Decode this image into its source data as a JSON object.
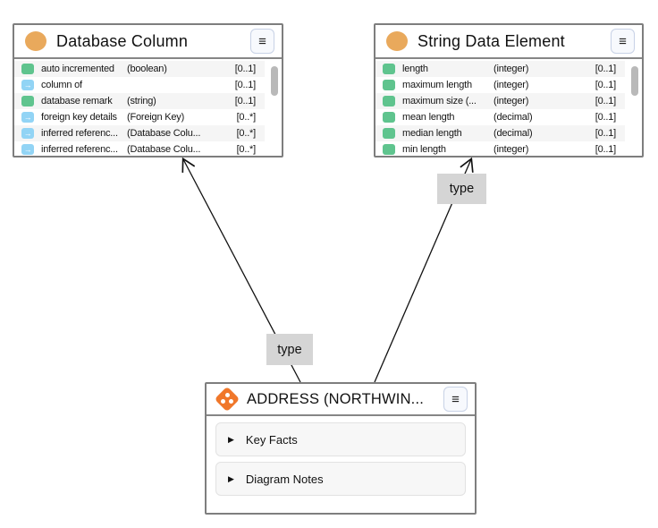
{
  "ui": {
    "menu_icon": "≡",
    "collapse_icon": "▶",
    "relation_arrow": "→"
  },
  "colors": {
    "node_border": "#7e7e7e",
    "class_icon": "#e9a95c",
    "attribute_icon": "#5fc48e",
    "relation_icon": "#92d4f5",
    "entity_icon": "#f0772a",
    "edge_label_bg": "#d5d5d5",
    "row_stripe": "#f5f5f5",
    "scrollbar_thumb": "#b9b9b9",
    "menu_button_bg": "#f7f9fd",
    "menu_button_border": "#c8d2e6"
  },
  "nodes": [
    {
      "title": "Database Column",
      "attributes": [
        {
          "icon": "attribute",
          "name": "auto incremented",
          "type": "(boolean)",
          "card": "[0..1]"
        },
        {
          "icon": "relation",
          "name": "column of",
          "type": "",
          "card": "[0..1]"
        },
        {
          "icon": "attribute",
          "name": "database remark",
          "type": "(string)",
          "card": "[0..1]"
        },
        {
          "icon": "relation",
          "name": "foreign key details",
          "type": "(Foreign Key)",
          "card": "[0..*]"
        },
        {
          "icon": "relation",
          "name": "inferred referenc...",
          "type": "(Database Colu...",
          "card": "[0..*]"
        },
        {
          "icon": "relation",
          "name": "inferred referenc...",
          "type": "(Database Colu...",
          "card": "[0..*]"
        }
      ]
    },
    {
      "title": "String Data Element",
      "attributes": [
        {
          "icon": "attribute",
          "name": "length",
          "type": "(integer)",
          "card": "[0..1]"
        },
        {
          "icon": "attribute",
          "name": "maximum length",
          "type": "(integer)",
          "card": "[0..1]"
        },
        {
          "icon": "attribute",
          "name": "maximum size (...",
          "type": "(integer)",
          "card": "[0..1]"
        },
        {
          "icon": "attribute",
          "name": "mean length",
          "type": "(decimal)",
          "card": "[0..1]"
        },
        {
          "icon": "attribute",
          "name": "median length",
          "type": "(decimal)",
          "card": "[0..1]"
        },
        {
          "icon": "attribute",
          "name": "min length",
          "type": "(integer)",
          "card": "[0..1]"
        }
      ]
    }
  ],
  "entity": {
    "title": "ADDRESS (NORTHWIN...",
    "sections": [
      {
        "label": "Key Facts"
      },
      {
        "label": "Diagram Notes"
      }
    ]
  },
  "edges": [
    {
      "label": "type"
    },
    {
      "label": "type"
    }
  ]
}
